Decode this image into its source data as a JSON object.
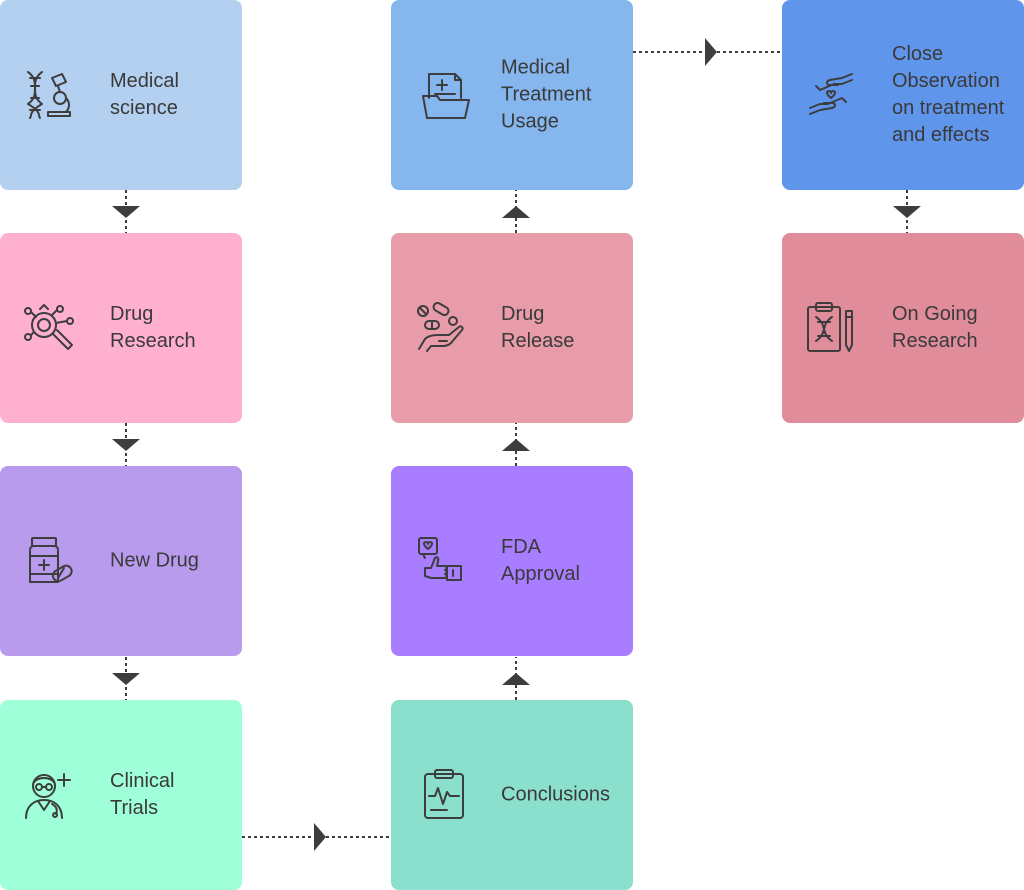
{
  "nodes": [
    {
      "id": "medical-science",
      "label": "Medical\nscience",
      "color": "#b3d0f0",
      "icon": "dna-microscope-icon"
    },
    {
      "id": "drug-research",
      "label": "Drug\nResearch",
      "color": "#ffb0cf",
      "icon": "magnifier-network-icon"
    },
    {
      "id": "new-drug",
      "label": "New Drug",
      "color": "#b99bee",
      "icon": "medicine-bottle-icon"
    },
    {
      "id": "clinical-trials",
      "label": "Clinical\nTrials",
      "color": "#9fffd8",
      "icon": "doctor-icon"
    },
    {
      "id": "conclusions",
      "label": "Conclusions",
      "color": "#8ae0cc",
      "icon": "clipboard-chart-icon"
    },
    {
      "id": "fda-approval",
      "label": "FDA\nApproval",
      "color": "#a97dff",
      "icon": "thumbs-up-heart-icon"
    },
    {
      "id": "drug-release",
      "label": "Drug\nRelease",
      "color": "#e89ca9",
      "icon": "hand-pills-icon"
    },
    {
      "id": "medical-treatment-usage",
      "label": "Medical\nTreatment\nUsage",
      "color": "#85b6ee",
      "icon": "medical-folder-icon"
    },
    {
      "id": "close-observation",
      "label": "Close\nObservation\non treatment\nand effects",
      "color": "#5f95ea",
      "icon": "hands-heart-icon"
    },
    {
      "id": "on-going-research",
      "label": "On Going\nResearch",
      "color": "#e08c9a",
      "icon": "clipboard-dna-pen-icon"
    }
  ],
  "edges": [
    {
      "from": "medical-science",
      "to": "drug-research"
    },
    {
      "from": "drug-research",
      "to": "new-drug"
    },
    {
      "from": "new-drug",
      "to": "clinical-trials"
    },
    {
      "from": "clinical-trials",
      "to": "conclusions"
    },
    {
      "from": "conclusions",
      "to": "fda-approval"
    },
    {
      "from": "fda-approval",
      "to": "drug-release"
    },
    {
      "from": "drug-release",
      "to": "medical-treatment-usage"
    },
    {
      "from": "medical-treatment-usage",
      "to": "close-observation"
    },
    {
      "from": "close-observation",
      "to": "on-going-research"
    }
  ],
  "colors": {
    "icon_stroke": "#3d3d3d",
    "connector": "#3d3d3d"
  }
}
